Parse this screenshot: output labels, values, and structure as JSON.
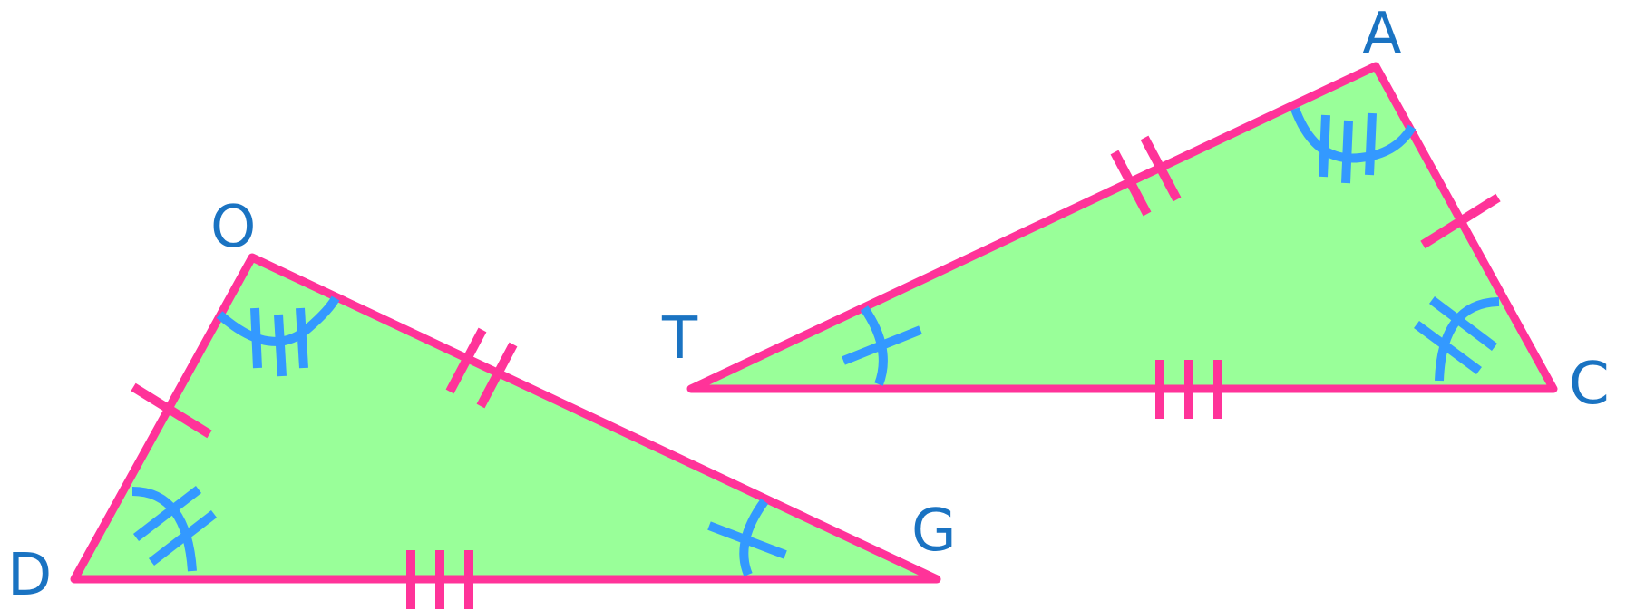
{
  "colors": {
    "triangle_fill": "#99ff99",
    "triangle_stroke": "#ff3399",
    "tick_marks": "#ff3399",
    "angle_marks": "#3399ff",
    "labels": "#1a73c2"
  },
  "triangles": [
    {
      "name": "DOG",
      "vertices": [
        {
          "label": "D",
          "angle_marks": 2
        },
        {
          "label": "O",
          "angle_marks": 3
        },
        {
          "label": "G",
          "angle_marks": 1
        }
      ],
      "sides": [
        {
          "from": "D",
          "to": "O",
          "tick_marks": 1
        },
        {
          "from": "O",
          "to": "G",
          "tick_marks": 2
        },
        {
          "from": "D",
          "to": "G",
          "tick_marks": 3
        }
      ]
    },
    {
      "name": "CAT",
      "vertices": [
        {
          "label": "T",
          "angle_marks": 1
        },
        {
          "label": "A",
          "angle_marks": 3
        },
        {
          "label": "C",
          "angle_marks": 2
        }
      ],
      "sides": [
        {
          "from": "T",
          "to": "A",
          "tick_marks": 2
        },
        {
          "from": "A",
          "to": "C",
          "tick_marks": 1
        },
        {
          "from": "T",
          "to": "C",
          "tick_marks": 3
        }
      ]
    }
  ]
}
